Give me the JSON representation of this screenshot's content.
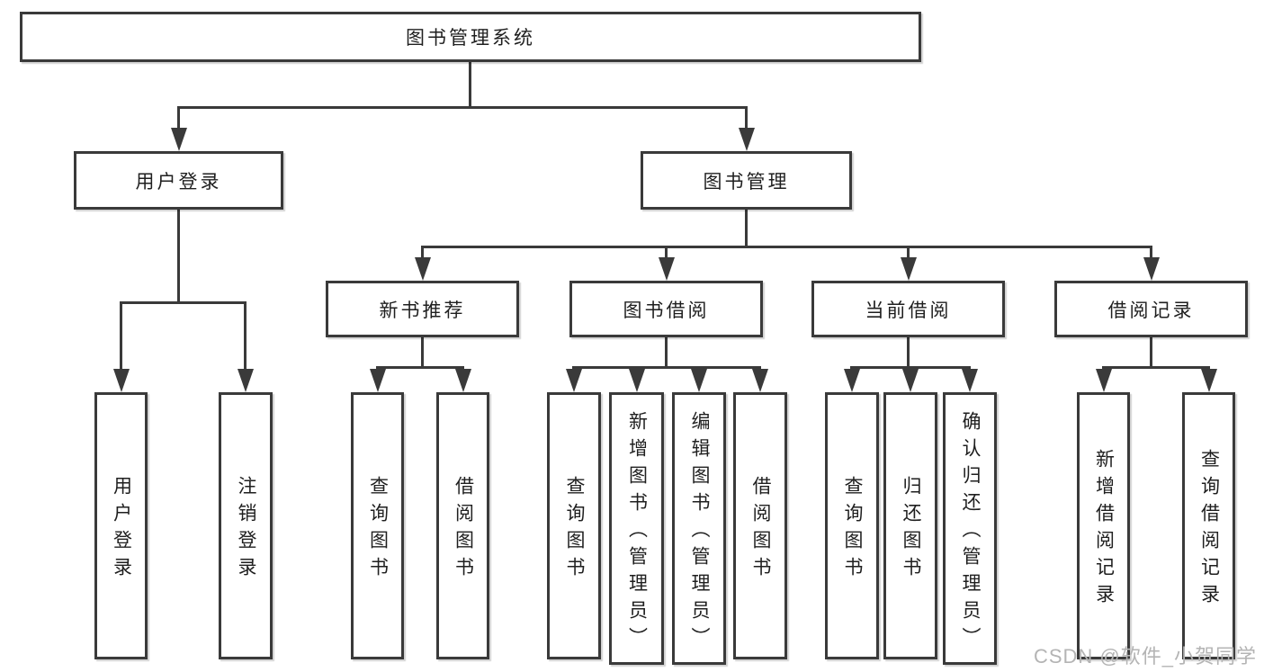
{
  "diagram": {
    "root": {
      "label": "图书管理系统"
    },
    "level2": {
      "user_login": {
        "label": "用户登录"
      },
      "book_management": {
        "label": "图书管理"
      }
    },
    "level3": {
      "new_book_recommendation": {
        "label": "新书推荐"
      },
      "book_borrowing": {
        "label": "图书借阅"
      },
      "current_borrowing": {
        "label": "当前借阅"
      },
      "borrowing_records": {
        "label": "借阅记录"
      }
    },
    "leaves": {
      "login": [
        "用户登录",
        "注销登录"
      ],
      "recommendation": [
        "查询图书",
        "借阅图书"
      ],
      "borrowing": [
        "查询图书",
        "新增图书（管理员）",
        "编辑图书（管理员）",
        "借阅图书"
      ],
      "current": [
        "查询图书",
        "归还图书",
        "确认归还（管理员）"
      ],
      "records": [
        "新增借阅记录",
        "查询借阅记录"
      ]
    }
  },
  "watermark": {
    "text": "CSDN @软件_小贺同学"
  },
  "colors": {
    "line": "#3a3a3a",
    "text": "#1f1f1f",
    "watermark": "#b4b4b4",
    "background": "#ffffff"
  }
}
